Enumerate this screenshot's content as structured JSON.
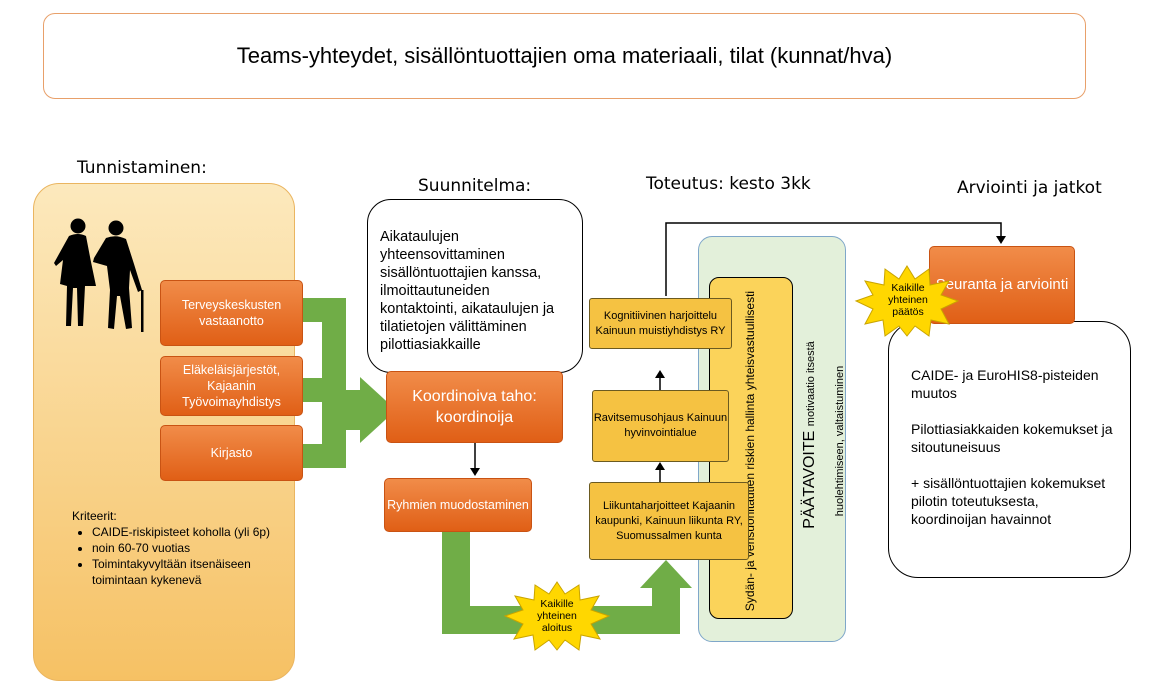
{
  "banner": {
    "text": "Teams-yhteydet, sisällöntuottajien oma materiaali, tilat (kunnat/hva)"
  },
  "headings": {
    "identification": "Tunnistaminen:",
    "plan": "Suunnitelma:",
    "implementation": "Toteutus: kesto 3kk",
    "evaluation": "Arviointi ja jatkot"
  },
  "identification": {
    "sources": [
      "Terveyskeskusten vastaanotto",
      "Eläkeläisjärjestöt, Kajaanin Työvoimayhdistys",
      "Kirjasto"
    ],
    "criteria_title": "Kriteerit:",
    "criteria": [
      "CAIDE-riskipisteet koholla (yli 6p)",
      "noin 60-70 vuotias",
      "Toimintakyvyltään itsenäiseen toimintaan kykenevä"
    ]
  },
  "plan": {
    "text": "Aikataulujen yhteensovittaminen sisällöntuottajien kanssa, ilmoittautuneiden kontaktointi, aikataulujen ja tilatietojen välittäminen pilottiasiakkaille"
  },
  "coordinator": {
    "label": "Koordinoiva taho: koordinoija"
  },
  "groups": {
    "label": "Ryhmien muodostaminen"
  },
  "start_badge": {
    "label": "Kaikille yhteinen aloitus"
  },
  "activities": [
    "Kognitiivinen harjoittelu Kainuun muistiyhdistys RY",
    "Ravitsemusohjaus Kainuun hyvinvointialue",
    "Liikuntaharjoitteet Kajaanin kaupunki, Kainuun liikunta RY, Suomussalmen kunta"
  ],
  "goal": {
    "inner_text": "Sydän- ja verisuonitautien riskien hallinta yhteisvastuullisesti",
    "title": "PÄÄTAVOITE",
    "subtitle_1": "motivaatio itsestä",
    "subtitle_2": "huolehtimiseen, valtaistuminen"
  },
  "evaluation": {
    "box_label": "Seuranta ja arviointi",
    "decision_badge": "Kaikille yhteinen päätös",
    "items": [
      "CAIDE- ja EuroHIS8-pisteiden muutos",
      "Pilottiasiakkaiden kokemukset ja sitoutuneisuus",
      "+ sisällöntuottajien kokemukset pilotin toteutuksesta, koordinoijan havainnot"
    ]
  },
  "colors": {
    "orange": "#e8661f",
    "yellow": "#f5c242",
    "green_arrow": "#70ad47",
    "star": "#ffd700",
    "panel": "#f8cf7e"
  },
  "icons": {
    "people": "elderly-couple-icon"
  }
}
